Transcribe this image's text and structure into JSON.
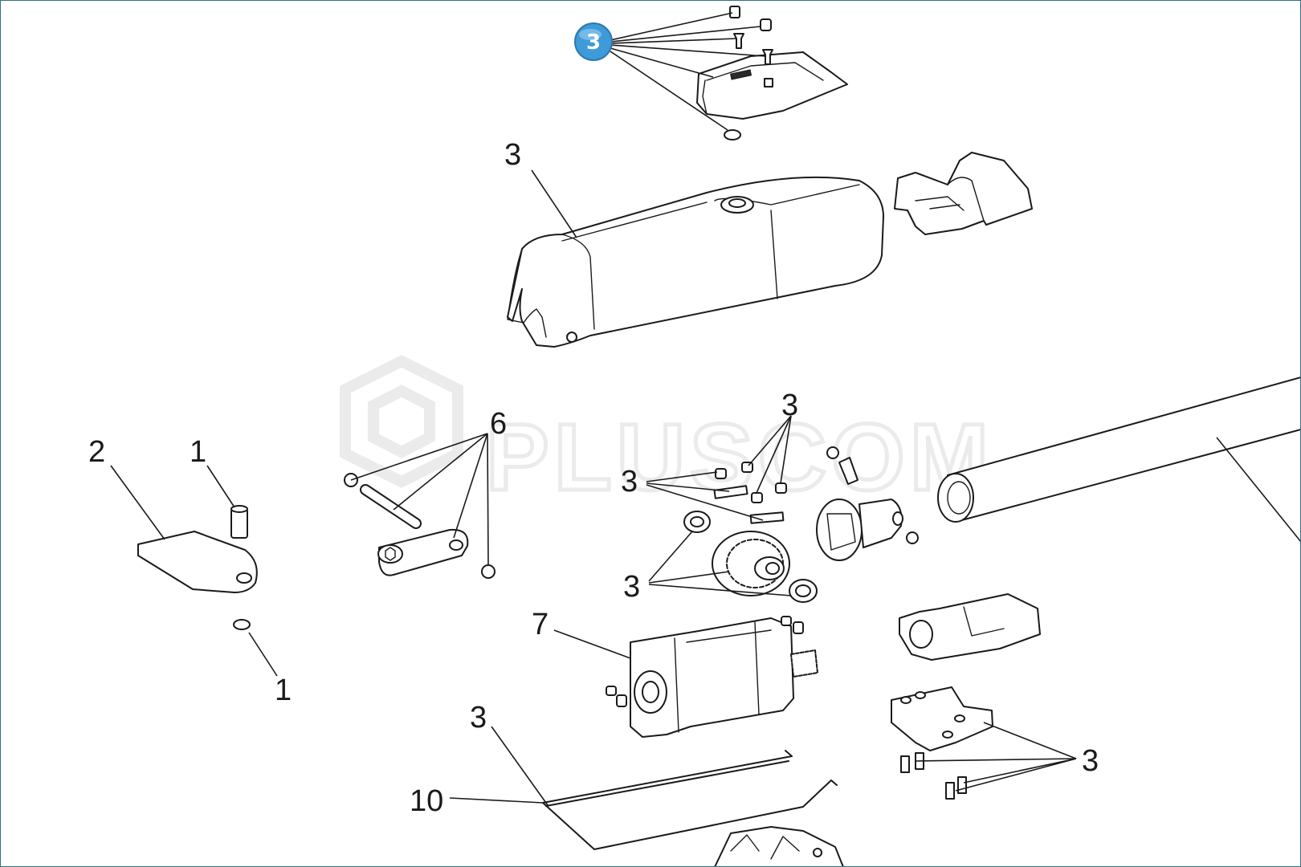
{
  "watermark": "PLUSCOM",
  "colors": {
    "ink": "#1a1a1a",
    "badge": "#3f9ad8",
    "frame": "#2f6f86",
    "watermark": "#ebebeb"
  },
  "badge": {
    "label": "3"
  },
  "callouts": {
    "top_cover": "3",
    "screws_top": "3",
    "screws_left": "3",
    "bearings": "3",
    "cable": "3",
    "bottom_screws": "3",
    "plate": "2",
    "pin_top": "1",
    "pin_bottom": "1",
    "arm": "6",
    "motor": "7",
    "cable_ref": "10"
  }
}
